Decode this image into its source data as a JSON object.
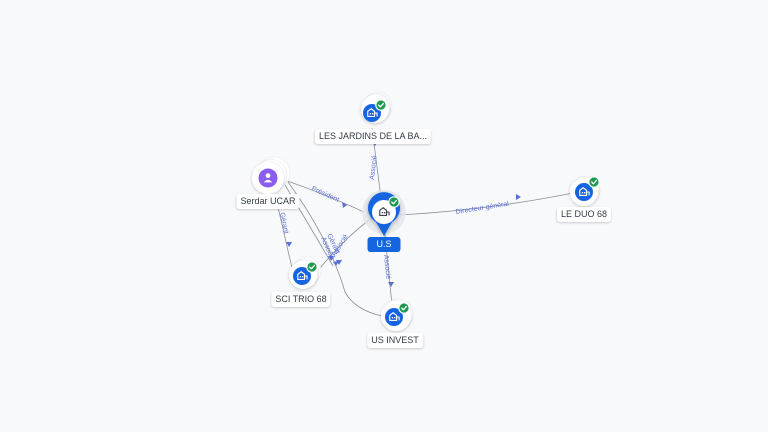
{
  "graph": {
    "colors": {
      "background": "#f8f9fb",
      "edge": "#8a909a",
      "edge_label": "#5a6fd6",
      "company_node": "#1565e0",
      "person_node": "#8a5cf0",
      "center_node": "#1565e0",
      "verified_badge": "#1e9a50"
    },
    "nodes": {
      "center": {
        "label": "U.S",
        "icon": "building-icon",
        "badge": "check-icon"
      },
      "jardins": {
        "label": "LES JARDINS DE LA BA...",
        "icon": "building-icon",
        "badge": "check-icon"
      },
      "serdar": {
        "label": "Serdar UCAR",
        "icon": "person-icon"
      },
      "leduo": {
        "label": "LE DUO 68",
        "icon": "building-icon",
        "badge": "check-icon"
      },
      "scitrio": {
        "label": "SCI TRIO 68",
        "icon": "building-icon",
        "badge": "check-icon"
      },
      "usinvest": {
        "label": "US INVEST",
        "icon": "building-icon",
        "badge": "check-icon"
      }
    },
    "edges": {
      "president": "Président",
      "associe_top": "Associé",
      "directeur": "Directeur général",
      "associe_bottom": "Associé",
      "gerant_left": "Gérant",
      "gerant_mid": "Gérant",
      "associe_mid_a": "Associé",
      "associe_mid_b": "Associé"
    }
  }
}
